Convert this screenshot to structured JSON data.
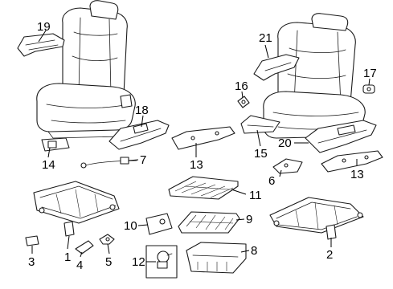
{
  "callouts": {
    "c1": "1",
    "c2": "2",
    "c3": "3",
    "c4": "4",
    "c5": "5",
    "c6": "6",
    "c7": "7",
    "c8": "8",
    "c9": "9",
    "c10": "10",
    "c11": "11",
    "c12": "12",
    "c13a": "13",
    "c13b": "13",
    "c14": "14",
    "c15": "15",
    "c16": "16",
    "c17": "17",
    "c18": "18",
    "c19": "19",
    "c20": "20",
    "c21": "21"
  },
  "colors": {
    "line": "#1a1a1a",
    "background": "#ffffff"
  }
}
